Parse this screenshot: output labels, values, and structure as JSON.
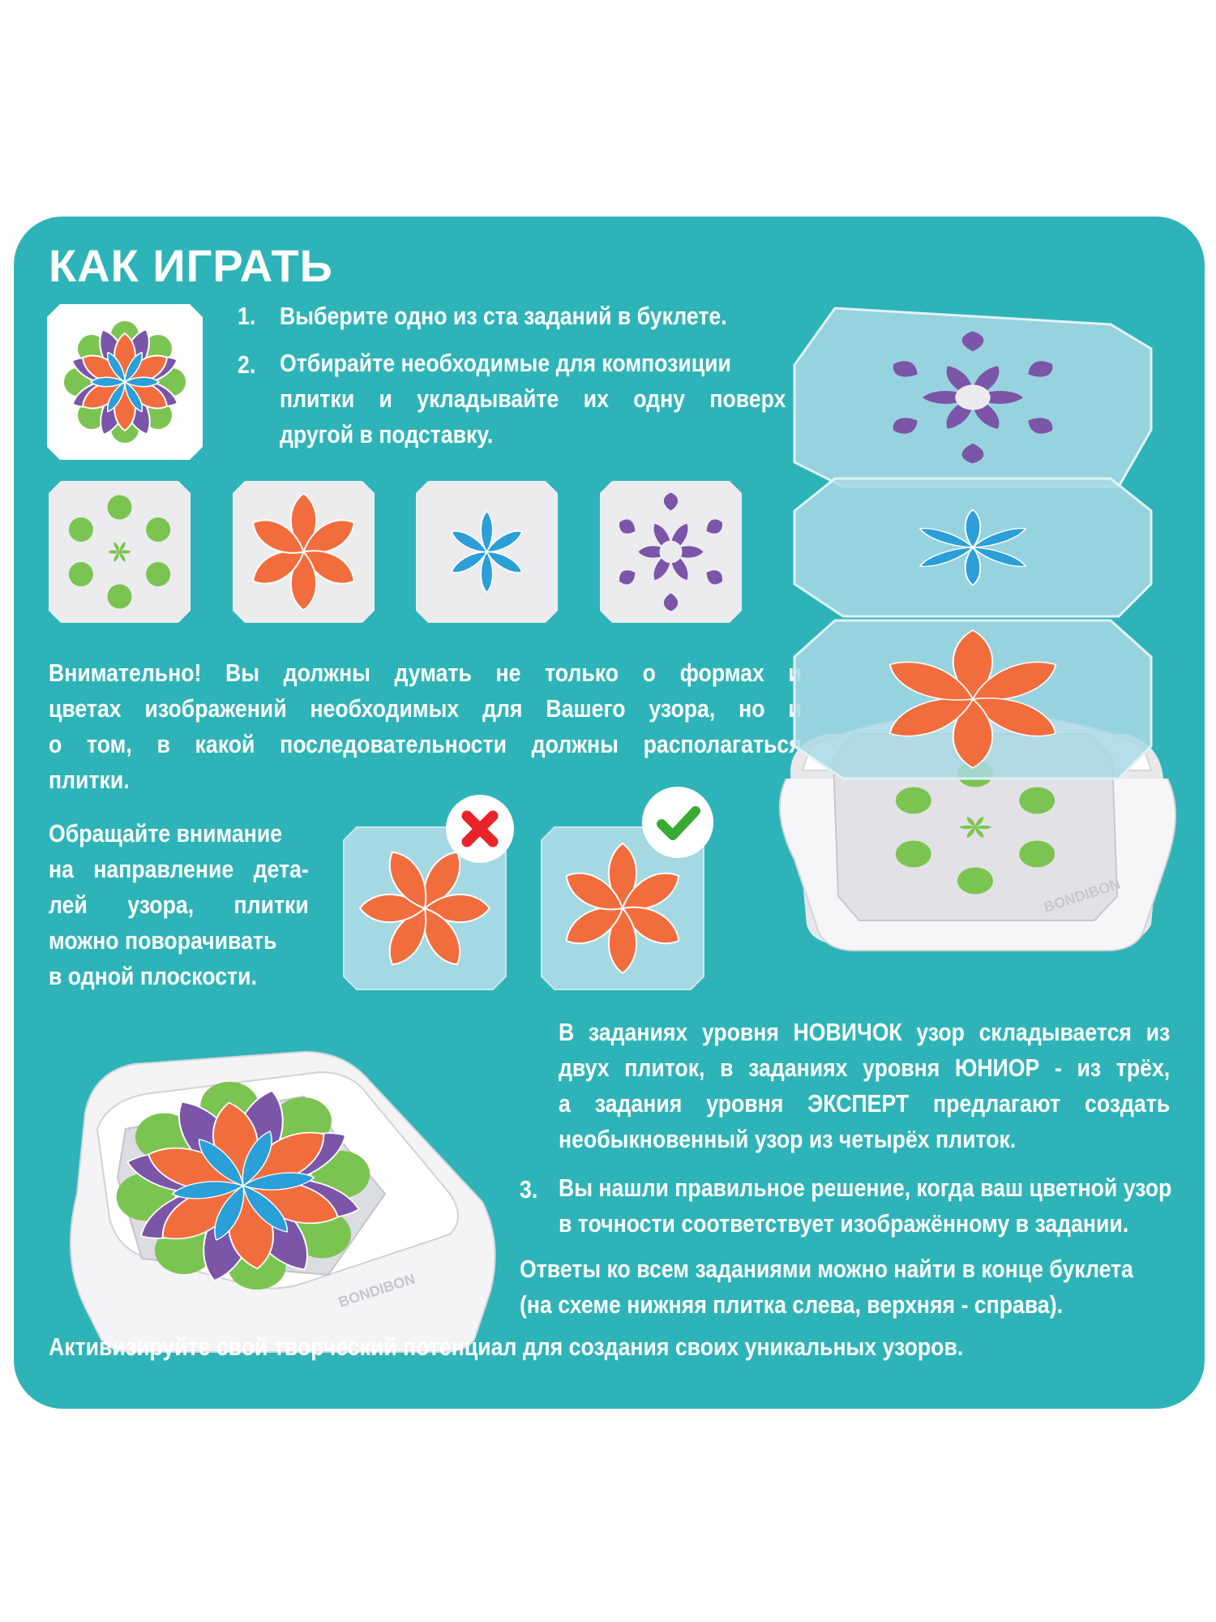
{
  "title": "КАК ИГРАТЬ",
  "steps": {
    "s1_num": "1.",
    "s1_text": "Выберите одно из ста заданий в буклете.",
    "s2_num": "2.",
    "s2_line1": "Отбирайте необходимые для композиции",
    "s2_line2": "плитки и укладывайте их одну поверх",
    "s2_line3": "другой в подставку.",
    "s3_num": "3.",
    "s3_line1": "Вы нашли правильное решение, когда ваш цветной узор",
    "s3_line2": "в точности соответствует изображённому в задании."
  },
  "attention": {
    "line1": "Внимательно! Вы должны думать не только о формах и",
    "line2": "цветах изображений необходимых для Вашего узора, но и",
    "line3": "о том, в какой последовательности должны располагаться",
    "line4": "плитки."
  },
  "direction": {
    "line1": "Обращайте внимание",
    "line2": "на направление дета-",
    "line3": "лей узора, плитки",
    "line4": "можно поворачивать",
    "line5": "в одной плоскости."
  },
  "levels": {
    "line1": "В заданиях уровня НОВИЧОК узор складывается из",
    "line2": "двух плиток, в заданиях уровня ЮНИОР - из трёх,",
    "line3": "а задания уровня ЭКСПЕРТ предлагают создать",
    "line4": "необыкновенный узор из четырёх плиток."
  },
  "answers": {
    "line1": "Ответы ко всем заданиями можно найти в конце буклета",
    "line2": "(на схеме нижняя плитка слева, верхняя - справа)."
  },
  "footer": "Активизируйте свой творческий потенциал для создания своих уникальных узоров.",
  "brand": "BONDIBON",
  "colors": {
    "teal": "#2eb4b8",
    "orange": "#f26d3d",
    "blue": "#2a9fd8",
    "purple": "#7b55a8",
    "green": "#7cc451",
    "wrong": "#e8232a",
    "right": "#3aaa35"
  }
}
